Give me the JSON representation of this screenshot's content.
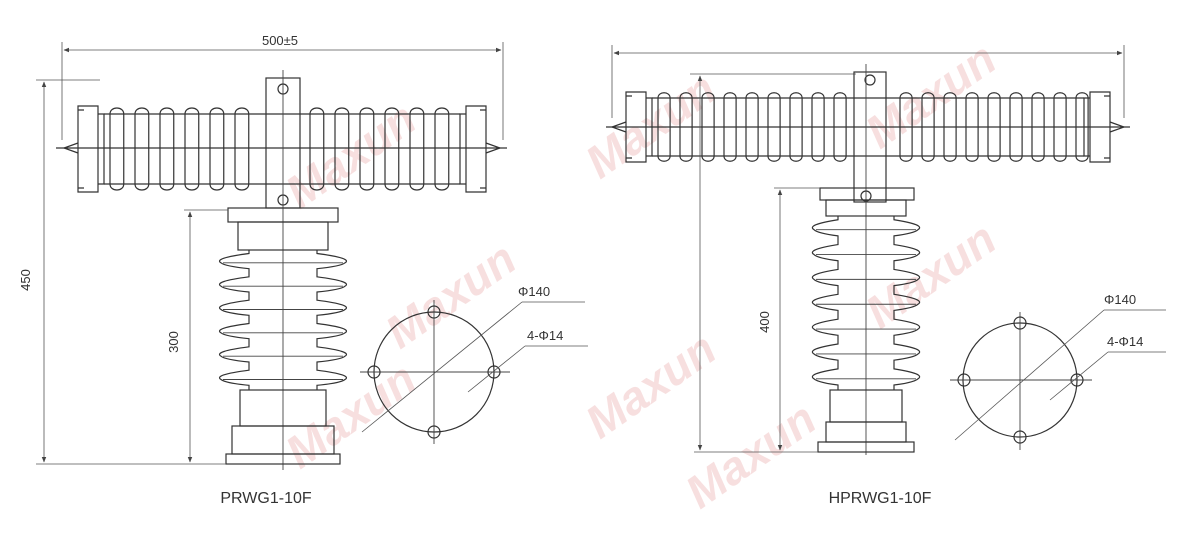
{
  "watermark": {
    "text": "Maxun",
    "color": "#e9a6a6"
  },
  "left_drawing": {
    "model": "PRWG1-10F",
    "dim_width": "500±5",
    "dim_total_height": "450",
    "dim_insulator_height": "300",
    "dim_flange_diameter": "Φ140",
    "dim_holes": "4-Φ14"
  },
  "right_drawing": {
    "model": "HPRWG1-10F",
    "dim_insulator_height": "400",
    "dim_flange_diameter": "Φ140",
    "dim_holes": "4-Φ14"
  }
}
